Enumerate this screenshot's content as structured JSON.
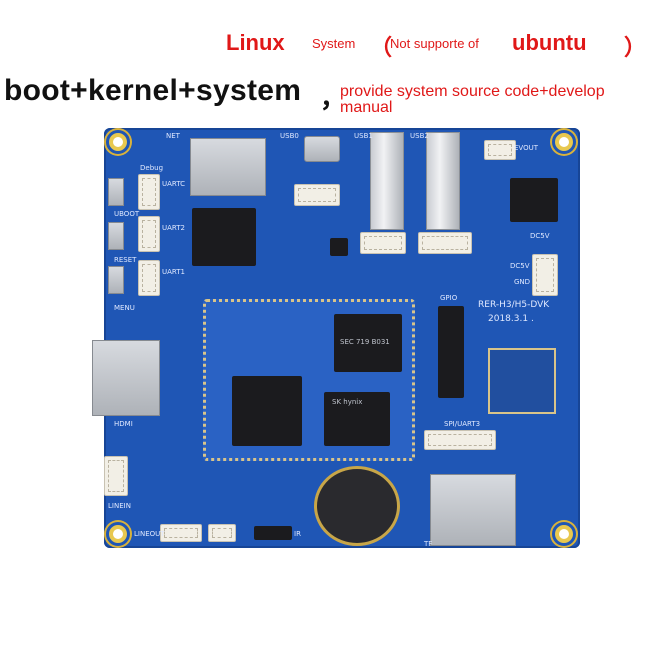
{
  "header": {
    "linux": "Linux",
    "system_word": "System",
    "paren_open": "（",
    "not_supported": "Not supporte of",
    "ubuntu": "ubuntu",
    "paren_close": "）",
    "boot_line": "boot+kernel+system",
    "comma": "，",
    "provide_line": "provide system source code+develop manual"
  },
  "board": {
    "labels": {
      "net": "NET",
      "usb0": "USB0",
      "usb1": "USB1",
      "usb2": "USB2",
      "evout": "EVOUT",
      "debug": "Debug",
      "uartc": "UARTC",
      "uboot": "UBOOT",
      "uart2": "UART2",
      "reset": "RESET",
      "uart1": "UART1",
      "menu": "MENU",
      "dc5v_jack": "DC5V",
      "dc5v": "DC5V",
      "gnd": "GND",
      "gpio": "GPIO",
      "model": "RER-H3/H5-DVK",
      "date": "2018.3.1 .",
      "hdmi": "HDMI",
      "spi_uart3": "SPI/UART3",
      "linein": "LINEIN",
      "lineout": "LINEOUT",
      "ir": "IR",
      "tf": "TF",
      "sec_chip": "SEC 719 B031",
      "sk_chip": "SK hynix"
    },
    "colors": {
      "pcb": "#1f56b5",
      "silkscreen": "#dfe8ff",
      "gold": "#e8c84f"
    }
  }
}
